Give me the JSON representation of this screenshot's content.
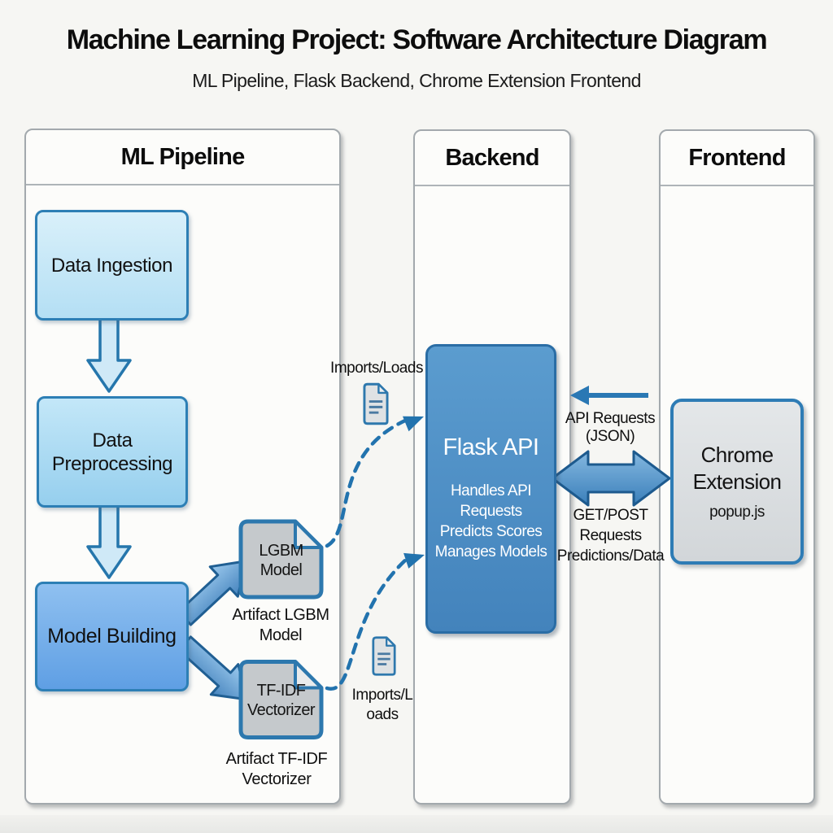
{
  "title": "Machine Learning Project: Software Architecture Diagram",
  "subtitle": "ML Pipeline, Flask Backend, Chrome Extension Frontend",
  "panels": {
    "pipeline": {
      "header": "ML Pipeline"
    },
    "backend": {
      "header": "Backend"
    },
    "frontend": {
      "header": "Frontend"
    }
  },
  "pipeline": {
    "nodes": [
      {
        "label": "Data Ingestion"
      },
      {
        "label": "Data Preprocessing"
      },
      {
        "label": "Model Building"
      }
    ],
    "artifacts": [
      {
        "label": "LGBM Model",
        "caption": "Artifact LGBM Model"
      },
      {
        "label": "TF-IDF Vectorizer",
        "caption": "Artifact TF-IDF Vectorizer"
      }
    ]
  },
  "backend": {
    "flask": {
      "title": "Flask API",
      "lines": [
        "Handles API Requests",
        "Predicts Scores",
        "Manages Models"
      ]
    },
    "imports_top": "Imports/Loads",
    "imports_bottom": "Imports/Loads"
  },
  "frontend": {
    "chrome": {
      "title": "Chrome Extension",
      "subtitle": "popup.js"
    }
  },
  "connectors": {
    "api_requests": [
      "API Requests",
      "(JSON)"
    ],
    "get_post": [
      "GET/POST",
      "Requests",
      "Predictions/Data"
    ]
  },
  "colors": {
    "node_light": "#c9e8f7",
    "node_medium": "#a6d8f2",
    "node_strong": "#6aa8ea",
    "node_border": "#2d7fb5",
    "flask_fill": "#4a8bc8",
    "flask_text": "#ffffff",
    "arrow_light_fill": "#cfe9f7",
    "arrow_stroke": "#2576ac",
    "double_arrow_fill": "#4685c0",
    "dashed_blue": "#2273ae",
    "doc_fill": "#c5c9cc",
    "doc_border": "#2d78ae",
    "chrome_fill": "#dcdfe1",
    "panel_border": "#a3a9ad",
    "text": "#141414"
  }
}
